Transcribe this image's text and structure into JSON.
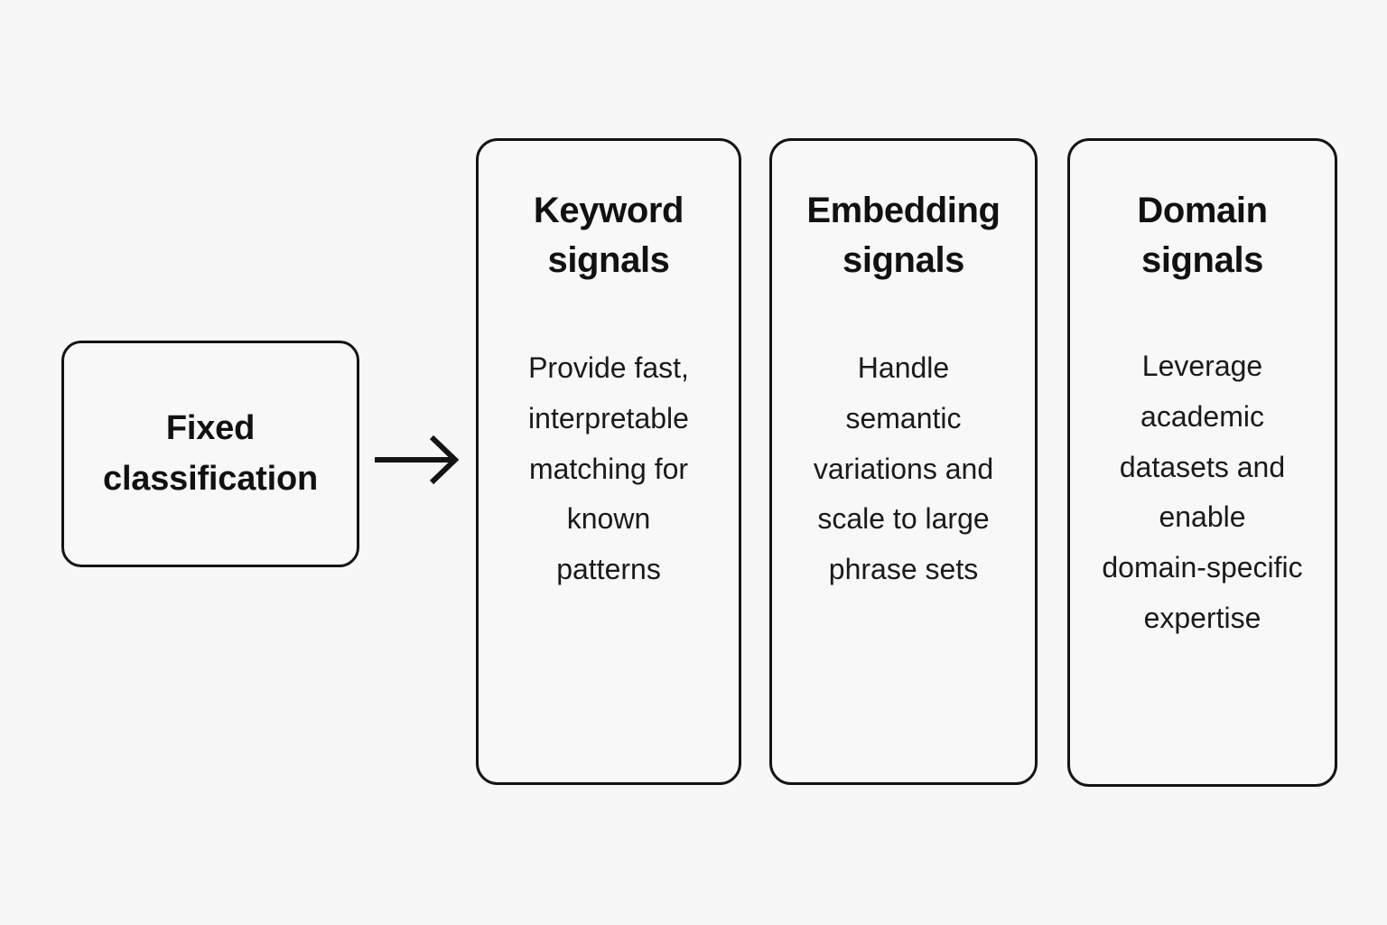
{
  "diagram": {
    "background_color": "#f7f7f8",
    "stroke_color": "#141414",
    "text_color": "#111111",
    "source": {
      "label": "Fixed\nclassification",
      "name": "fixed-classification-node"
    },
    "connector": {
      "icon": "arrow-right-icon",
      "direction": "right"
    },
    "cards": [
      {
        "title": "Keyword\nsignals",
        "body": "Provide fast,\ninterpretable\nmatching for\nknown\npatterns"
      },
      {
        "title": "Embedding\nsignals",
        "body": "Handle\nsemantic\nvariations and\nscale to large\nphrase sets"
      },
      {
        "title": "Domain\nsignals",
        "body": "Leverage\nacademic\ndatasets and\nenable\ndomain-specific\nexpertise"
      }
    ]
  }
}
